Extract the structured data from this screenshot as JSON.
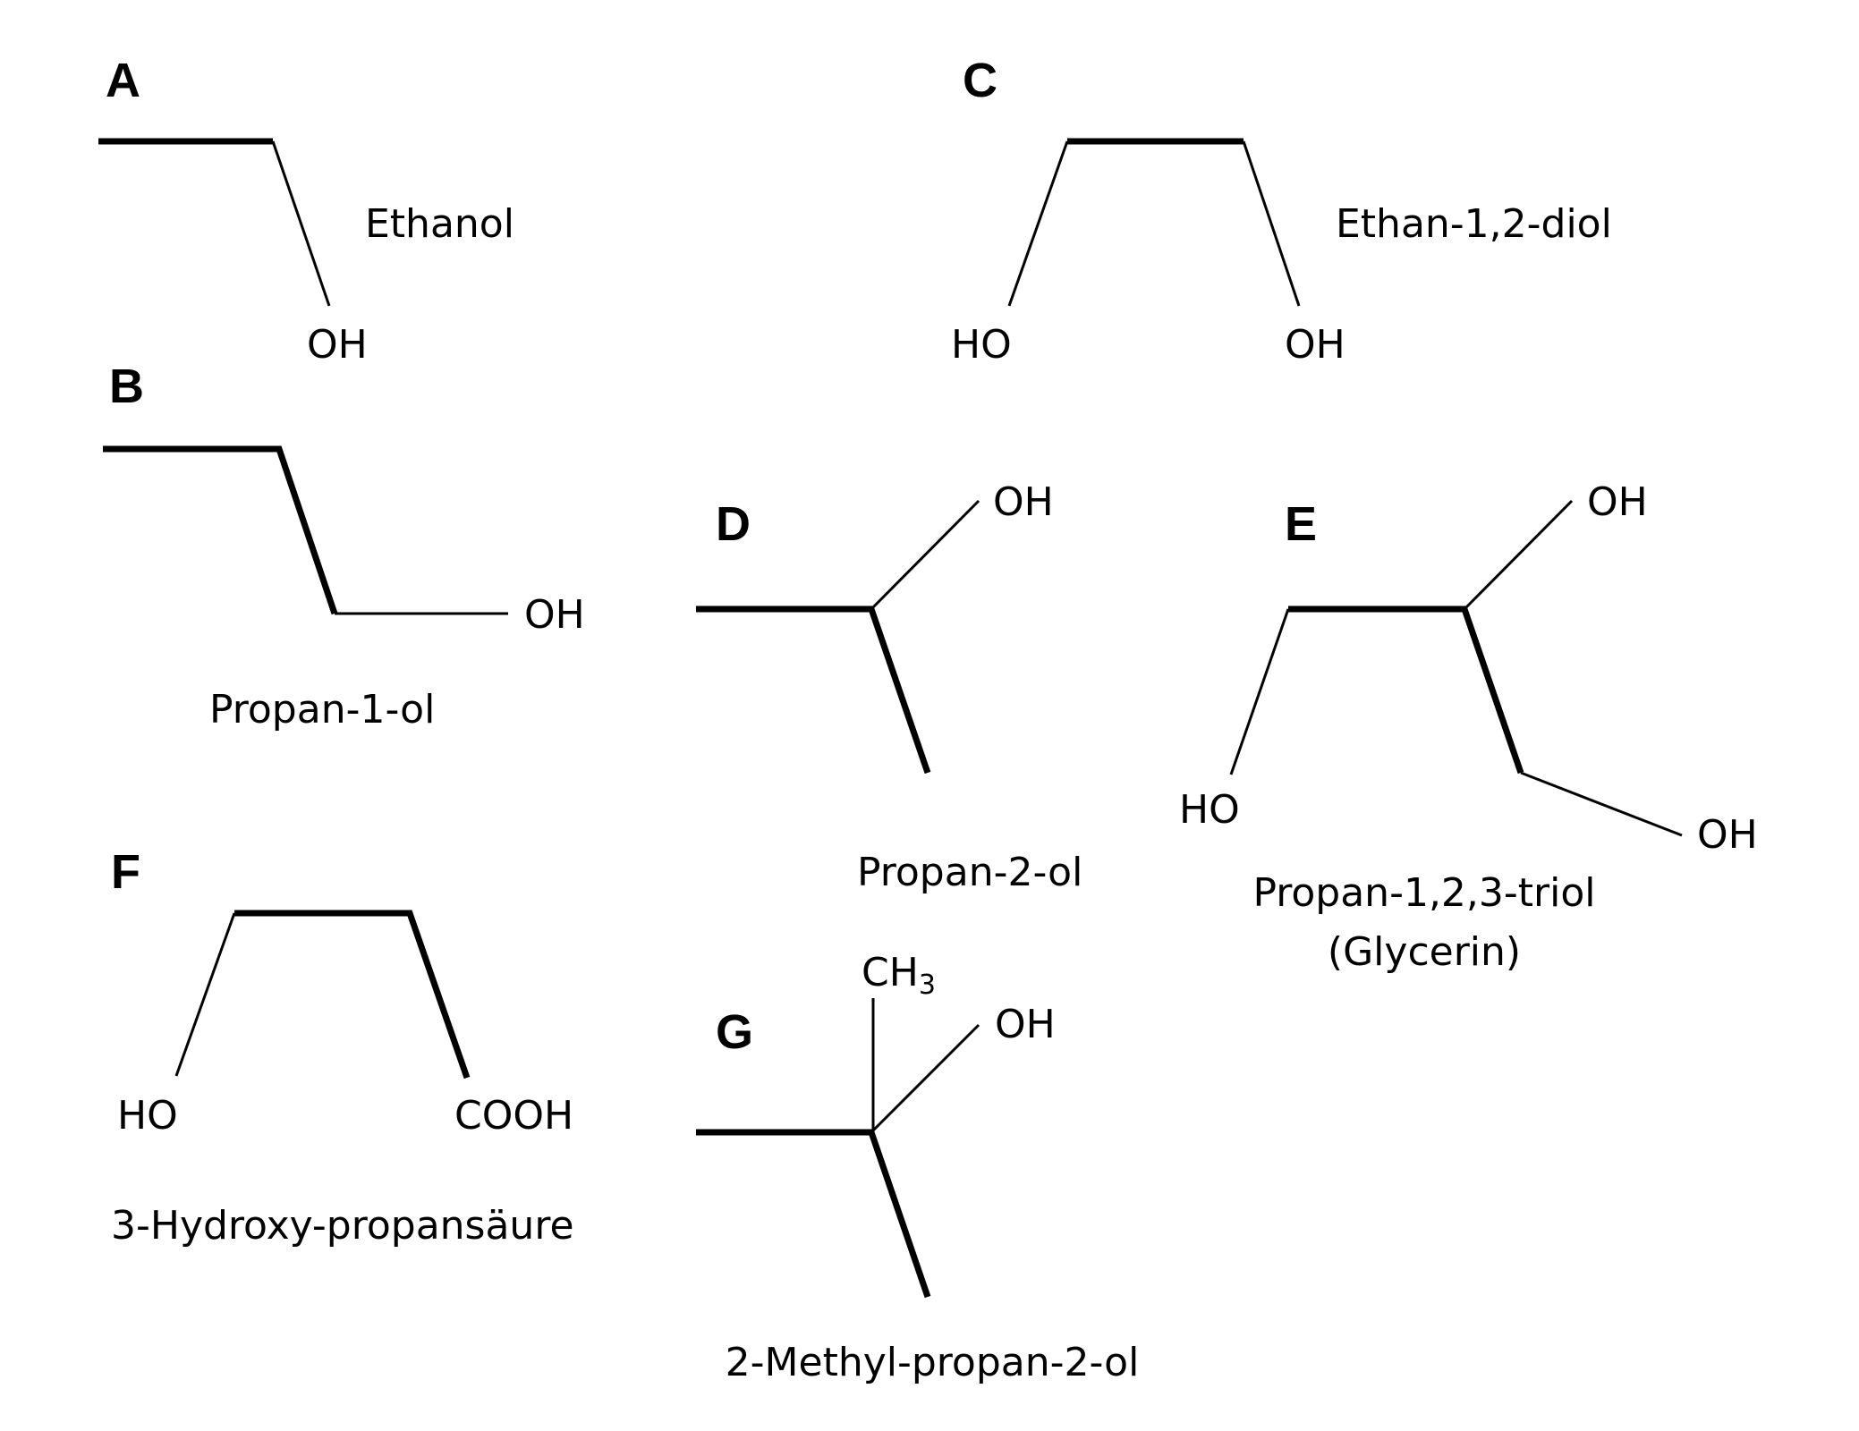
{
  "molecules": {
    "a": {
      "letter": "A",
      "name": "Ethanol",
      "oh": "OH"
    },
    "b": {
      "letter": "B",
      "name": "Propan-1-ol",
      "oh": "OH"
    },
    "c": {
      "letter": "C",
      "name": "Ethan-1,2-diol",
      "ho": "HO",
      "oh": "OH"
    },
    "d": {
      "letter": "D",
      "name": "Propan-2-ol",
      "oh": "OH"
    },
    "e": {
      "letter": "E",
      "name_line1": "Propan-1,2,3-triol",
      "name_line2": "(Glycerin)",
      "oh_top": "OH",
      "ho": "HO",
      "oh_right": "OH"
    },
    "f": {
      "letter": "F",
      "name": "3-Hydroxy-propansäure",
      "ho": "HO",
      "cooh": "COOH"
    },
    "g": {
      "letter": "G",
      "name": "2-Methyl-propan-2-ol",
      "ch3": "CH",
      "ch3_sub": "3",
      "oh": "OH"
    }
  }
}
